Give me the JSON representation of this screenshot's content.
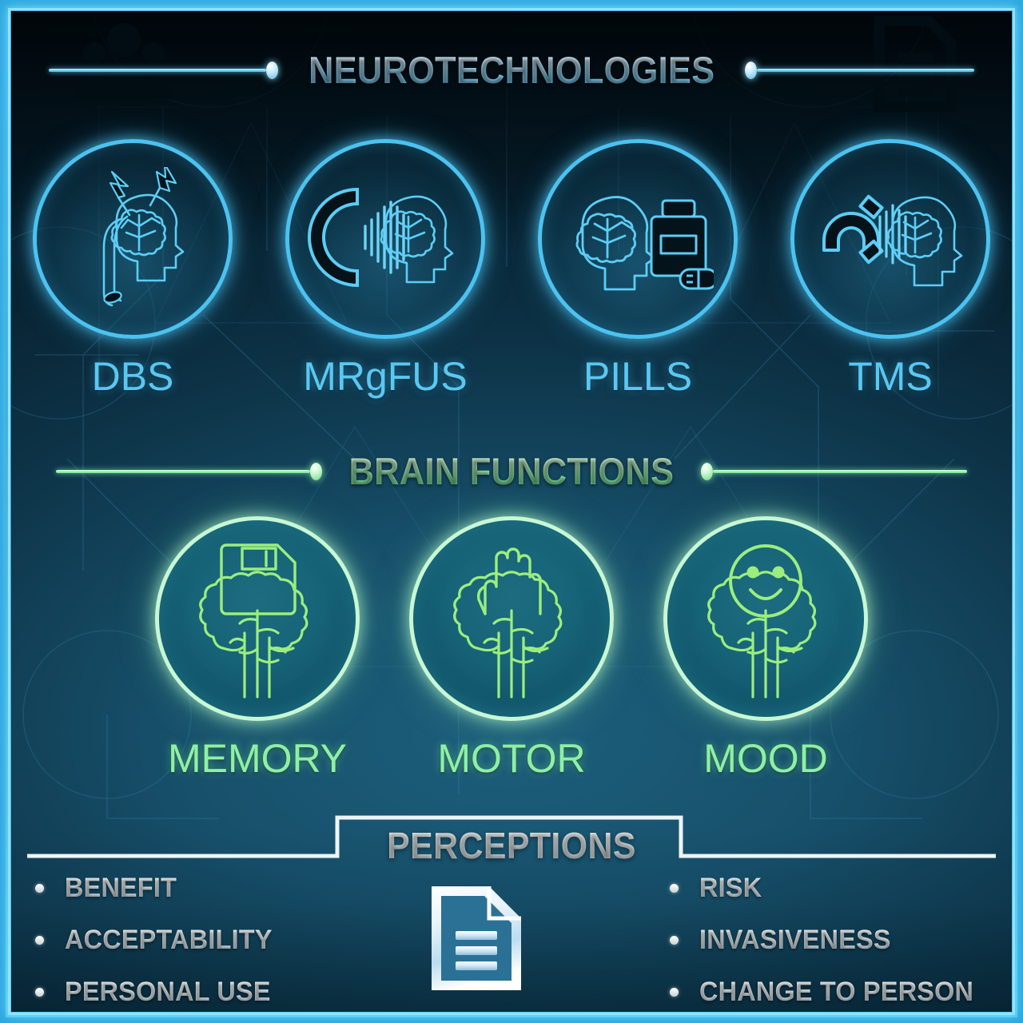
{
  "page": {
    "accent_blue": "#4cc2f0",
    "accent_green": "#8ef0a6",
    "background_teal": "#17506b",
    "title_text_color": "#d8eef9"
  },
  "watermarks": {
    "top_left_icon": "people-group-icon",
    "top_right_icon": "document-icon"
  },
  "sections": [
    {
      "id": "neurotechnologies",
      "title": "NEUROTECHNOLOGIES",
      "accent": "#4cc2f0",
      "items": [
        {
          "label": "DBS",
          "icon": "dbs-electrode-brain-icon"
        },
        {
          "label": "MRgFUS",
          "icon": "focused-ultrasound-brain-icon"
        },
        {
          "label": "PILLS",
          "icon": "pill-bottle-brain-icon"
        },
        {
          "label": "TMS",
          "icon": "magnet-waves-brain-icon"
        }
      ]
    },
    {
      "id": "brain-functions",
      "title": "BRAIN FUNCTIONS",
      "accent": "#8ef0a6",
      "items": [
        {
          "label": "MEMORY",
          "icon": "floppy-disk-brain-icon"
        },
        {
          "label": "MOTOR",
          "icon": "hand-brain-icon"
        },
        {
          "label": "MOOD",
          "icon": "smiley-face-brain-icon"
        }
      ]
    },
    {
      "id": "perceptions",
      "title": "PERCEPTIONS",
      "accent": "#ffffff",
      "center_icon": "document-lines-icon",
      "left_list": [
        "BENEFIT",
        "ACCEPTABILITY",
        "PERSONAL USE"
      ],
      "right_list": [
        "RISK",
        "INVASIVENESS",
        "CHANGE TO PERSON"
      ]
    }
  ]
}
